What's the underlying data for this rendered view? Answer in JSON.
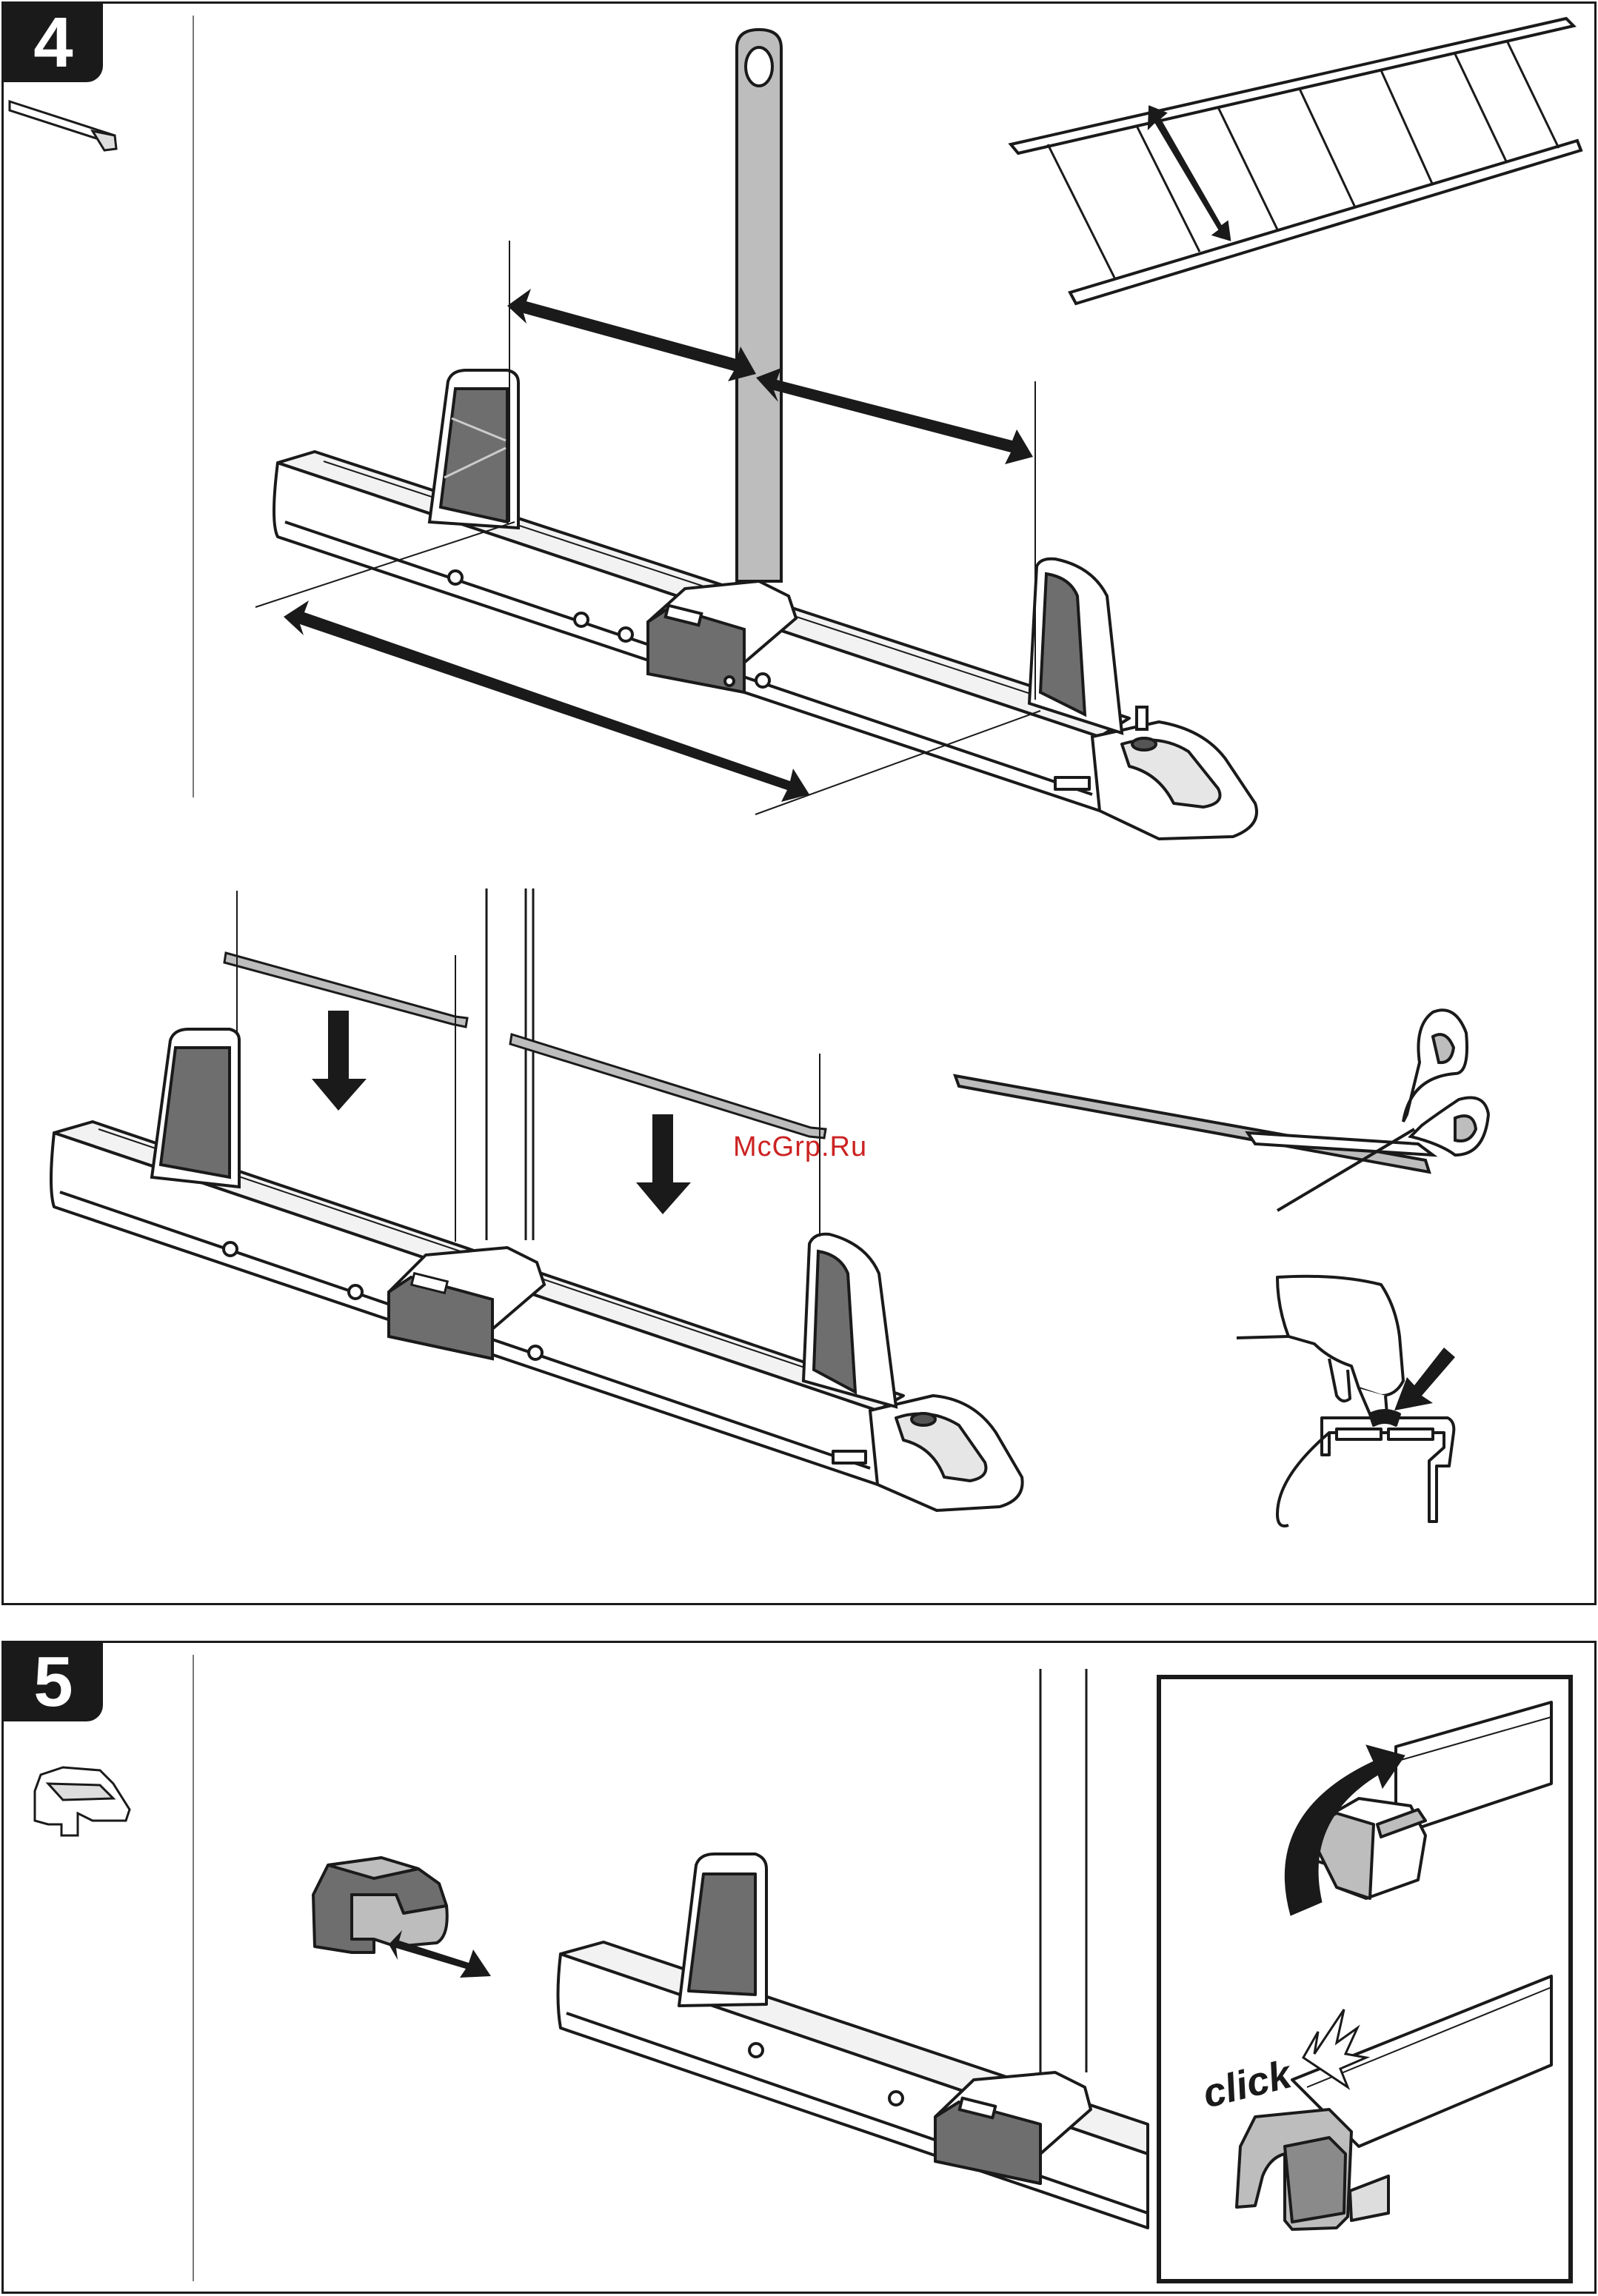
{
  "steps": [
    {
      "number": "4"
    },
    {
      "number": "5"
    }
  ],
  "watermark": "McGrp.Ru",
  "inset": {
    "sound_label": "click"
  },
  "icons": {
    "step4_part": "rail-strip-icon",
    "step5_part": "end-cap-icon"
  },
  "colors": {
    "ink": "#1a1a1a",
    "part_gray": "#bdbdbd",
    "dark_gray": "#6e6e6e",
    "watermark": "#cc2222"
  }
}
